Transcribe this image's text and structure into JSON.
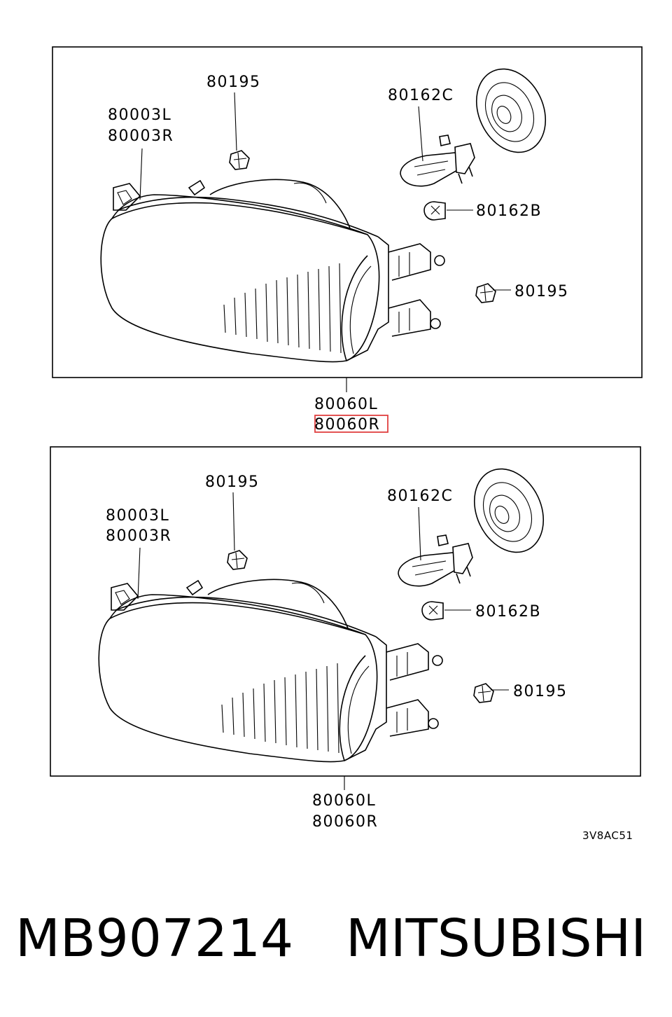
{
  "diagram_top": {
    "callouts": {
      "clip_top": "80195",
      "lamp_unit_l": "80003L",
      "lamp_unit_r": "80003R",
      "bulb_main": "80162C",
      "bulb_small": "80162B",
      "clip_side": "80195"
    },
    "assembly_l": "80060L",
    "assembly_r": "80060R",
    "assembly_r_highlighted": true
  },
  "diagram_bottom": {
    "callouts": {
      "clip_top": "80195",
      "lamp_unit_l": "80003L",
      "lamp_unit_r": "80003R",
      "bulb_main": "80162C",
      "bulb_small": "80162B",
      "clip_side": "80195"
    },
    "assembly_l": "80060L",
    "assembly_r": "80060R"
  },
  "figure_code": "3V8AC51",
  "part_number": "MB907214",
  "brand": "MITSUBISHI",
  "colors": {
    "highlight": "#e04040",
    "line": "#000000"
  }
}
